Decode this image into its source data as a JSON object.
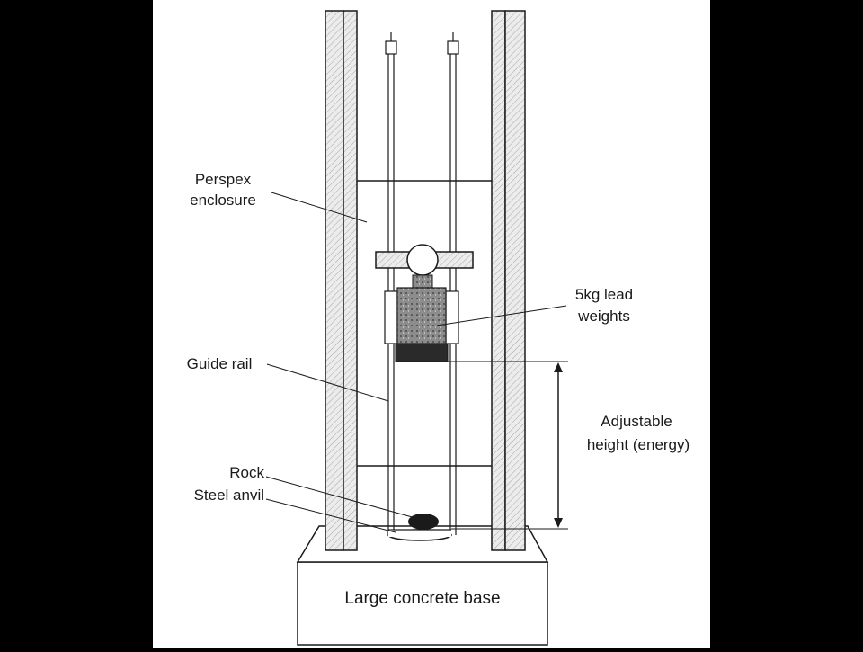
{
  "labels": {
    "perspex_line1": "Perspex",
    "perspex_line2": "enclosure",
    "lead_line1": "5kg lead",
    "lead_line2": "weights",
    "guide_rail": "Guide rail",
    "adjustable_line1": "Adjustable",
    "adjustable_line2": "height (energy)",
    "rock": "Rock",
    "steel_anvil": "Steel anvil",
    "base": "Large concrete base"
  },
  "colors": {
    "background": "#000000",
    "panel": "#ffffff",
    "ink": "#1a1a1a",
    "hatch": "#9a9a9a",
    "weight_dark": "#2a2a2a"
  }
}
